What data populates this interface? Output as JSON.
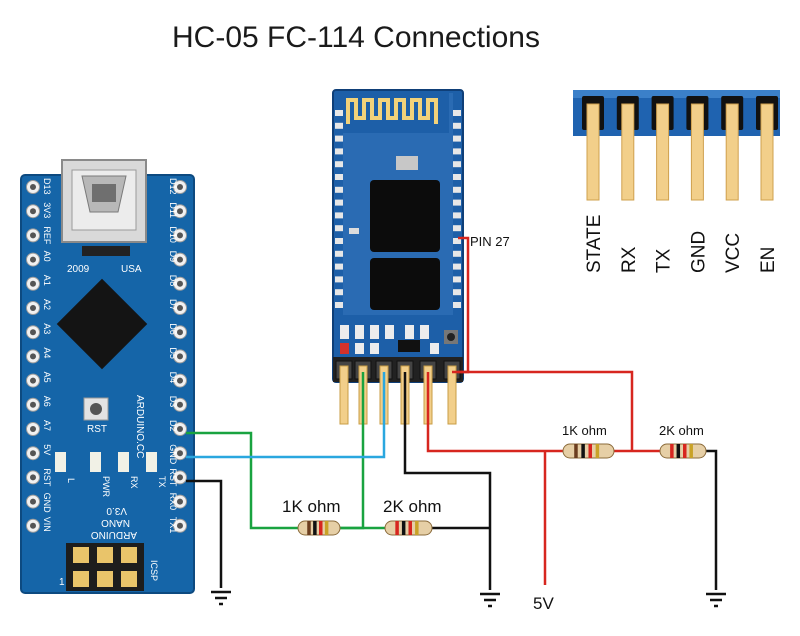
{
  "title": "HC-05 FC-114 Connections",
  "colors": {
    "nano_board": "#1565a8",
    "bt_board": "#1d5fa8",
    "green_wire": "#19a340",
    "blue_wire": "#2aa7df",
    "red_wire": "#d7261f",
    "black_wire": "#111111",
    "pin_gold": "#f2cf8a"
  },
  "nano": {
    "left_pins": [
      "D13",
      "3V3",
      "REF",
      "A0",
      "A1",
      "A2",
      "A3",
      "A4",
      "A5",
      "A6",
      "A7",
      "5V",
      "RST",
      "GND",
      "VIN"
    ],
    "right_pins": [
      "D12",
      "D11",
      "D10",
      "D9",
      "D8",
      "D7",
      "D6",
      "D5",
      "D4",
      "D3",
      "D2",
      "GND",
      "RST",
      "RX0",
      "TX1"
    ],
    "usb_year": "2009",
    "usb_country": "USA",
    "rst_label": "RST",
    "site": "ARDUINO.CC",
    "led_labels": [
      "L",
      "PWR",
      "RX",
      "TX"
    ],
    "name_lines": [
      "ARDUINO",
      "NANO",
      "V3.0"
    ],
    "icsp": "ICSP",
    "icsp_num": "1"
  },
  "bt": {
    "pin27_label": "PIN 27",
    "header_pins": [
      "STATE",
      "RX",
      "TX",
      "GND",
      "VCC",
      "EN"
    ]
  },
  "resistors": {
    "r1": "1K ohm",
    "r2": "2K ohm",
    "r3": "1K ohm",
    "r4": "2K ohm"
  },
  "supply_label": "5V"
}
